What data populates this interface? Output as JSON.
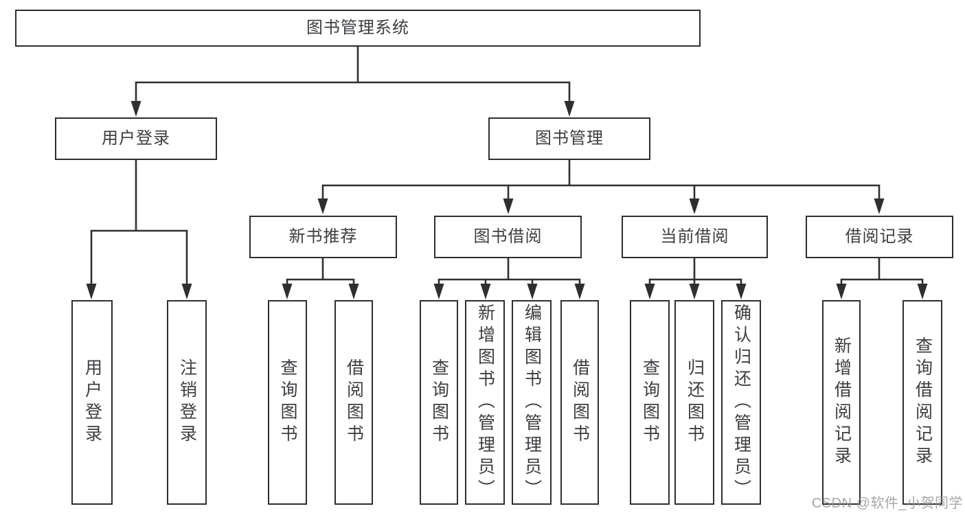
{
  "tree": {
    "root": {
      "label": "图书管理系统",
      "children": [
        {
          "label": "用户登录",
          "children": [
            {
              "label": "用户登录"
            },
            {
              "label": "注销登录"
            }
          ]
        },
        {
          "label": "图书管理",
          "children": [
            {
              "label": "新书推荐",
              "children": [
                {
                  "label": "查询图书"
                },
                {
                  "label": "借阅图书"
                }
              ]
            },
            {
              "label": "图书借阅",
              "children": [
                {
                  "label": "查询图书"
                },
                {
                  "label": "新增图书（管理员）"
                },
                {
                  "label": "编辑图书（管理员）"
                },
                {
                  "label": "借阅图书"
                }
              ]
            },
            {
              "label": "当前借阅",
              "children": [
                {
                  "label": "查询图书"
                },
                {
                  "label": "归还图书"
                },
                {
                  "label": "确认归还（管理员）"
                }
              ]
            },
            {
              "label": "借阅记录",
              "children": [
                {
                  "label": "新增借阅记录"
                },
                {
                  "label": "查询借阅记录"
                }
              ]
            }
          ]
        }
      ]
    }
  },
  "watermark": {
    "text": "CSDN @软件_小贺同学"
  },
  "colors": {
    "line": "#2d2f31",
    "box_border": "#2c2e30",
    "box_fill": "#ffffff",
    "label_text": "#3b3d40",
    "watermark_text": "#969696",
    "background": "#ffffff"
  }
}
